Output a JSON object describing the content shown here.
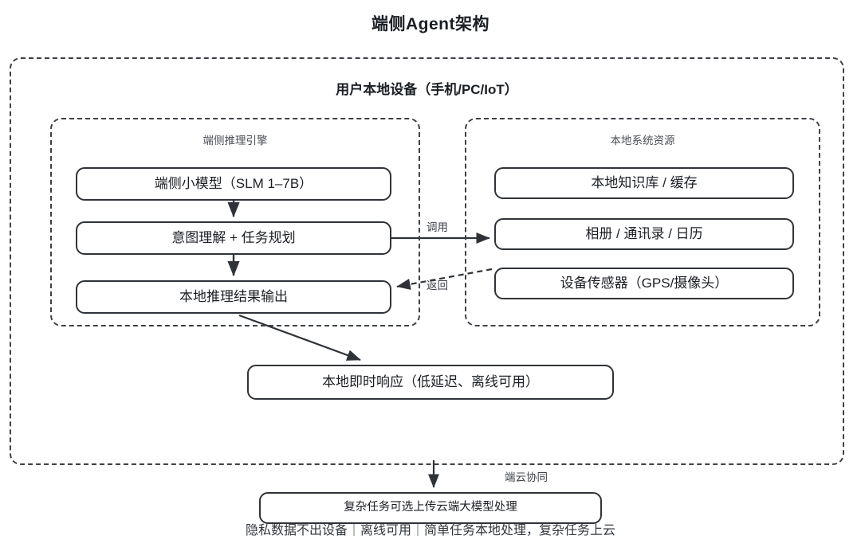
{
  "diagram": {
    "title": "端侧Agent架构",
    "footer_caption": "隐私数据不出设备｜离线可用｜简单任务本地处理，复杂任务上云"
  },
  "device_container": {
    "label": "用户本地设备（手机/PC/IoT）"
  },
  "engine_panel": {
    "label": "端侧推理引擎",
    "nodes": [
      {
        "label": "端侧小模型（SLM 1–7B）"
      },
      {
        "label": "意图理解 + 任务规划"
      },
      {
        "label": "本地推理结果输出"
      }
    ]
  },
  "resources_panel": {
    "label": "本地系统资源",
    "nodes": [
      {
        "label": "本地知识库 / 缓存"
      },
      {
        "label": "相册 / 通讯录 / 日历"
      },
      {
        "label": "设备传感器（GPS/摄像头）"
      }
    ]
  },
  "response_node": {
    "label": "本地即时响应（低延迟、离线可用）"
  },
  "cloud_node": {
    "label": "复杂任务可选上传云端大模型处理"
  },
  "edges": {
    "call_label": "调用",
    "return_label": "返回",
    "cloud_sync_label": "端云协同"
  },
  "colors": {
    "stroke": "#2f3338",
    "dashed_stroke": "#3c4147",
    "text": "#1b1f24",
    "muted_text": "#4a4f55",
    "background": "#ffffff"
  }
}
